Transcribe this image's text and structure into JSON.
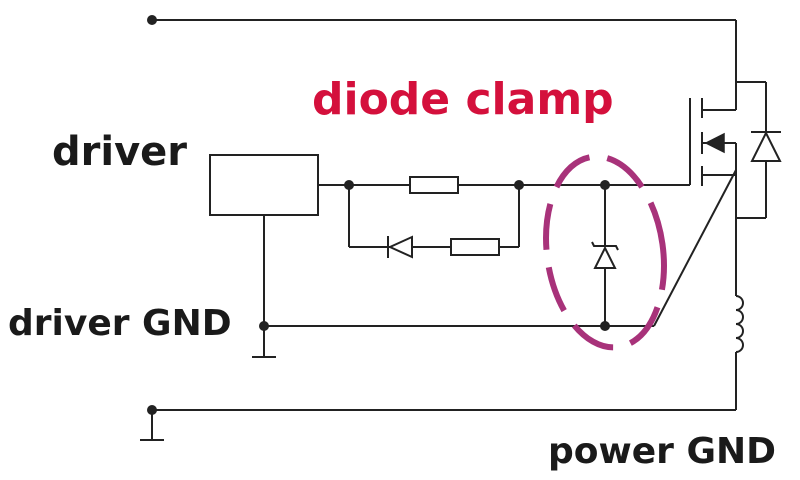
{
  "diagram": {
    "title": "diode clamp",
    "labels": {
      "driver": "driver",
      "driver_gnd": "driver GND",
      "power_gnd": "power GND"
    }
  },
  "colors": {
    "title": "#d4103c",
    "highlight": "#a8327a",
    "line": "#222222"
  }
}
